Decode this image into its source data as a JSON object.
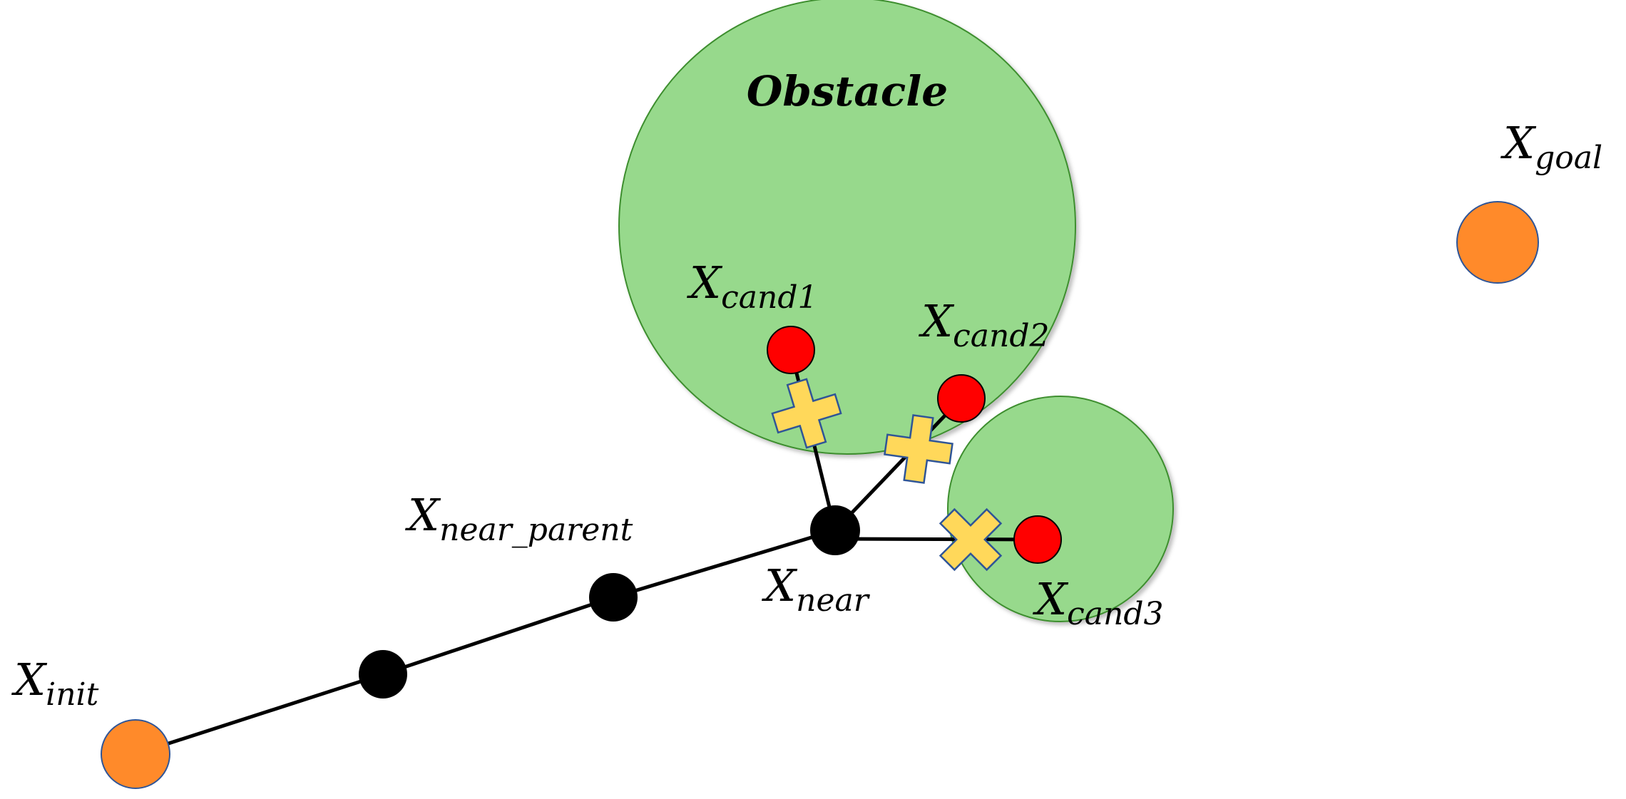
{
  "title": "Obstacle",
  "labels": {
    "init": {
      "base": "X",
      "sub": "init"
    },
    "goal": {
      "base": "X",
      "sub": "goal"
    },
    "near": {
      "base": "X",
      "sub": "near"
    },
    "near_parent": {
      "base": "X",
      "sub": "near_parent"
    },
    "cand1": {
      "base": "X",
      "sub": "cand1"
    },
    "cand2": {
      "base": "X",
      "sub": "cand2"
    },
    "cand3": {
      "base": "X",
      "sub": "cand3"
    }
  },
  "colors": {
    "obstacle_fill": "#97D98C",
    "obstacle_stroke": "#3E8E2F",
    "endpoint_fill": "#FF8A2A",
    "endpoint_stroke": "#2F5597",
    "node_fill": "#000000",
    "candidate_fill": "#FF0000",
    "cross_fill": "#FFD85A",
    "cross_stroke": "#2F5597",
    "edge": "#000000"
  },
  "icons": {
    "blocked_marker": "cross-icon"
  }
}
